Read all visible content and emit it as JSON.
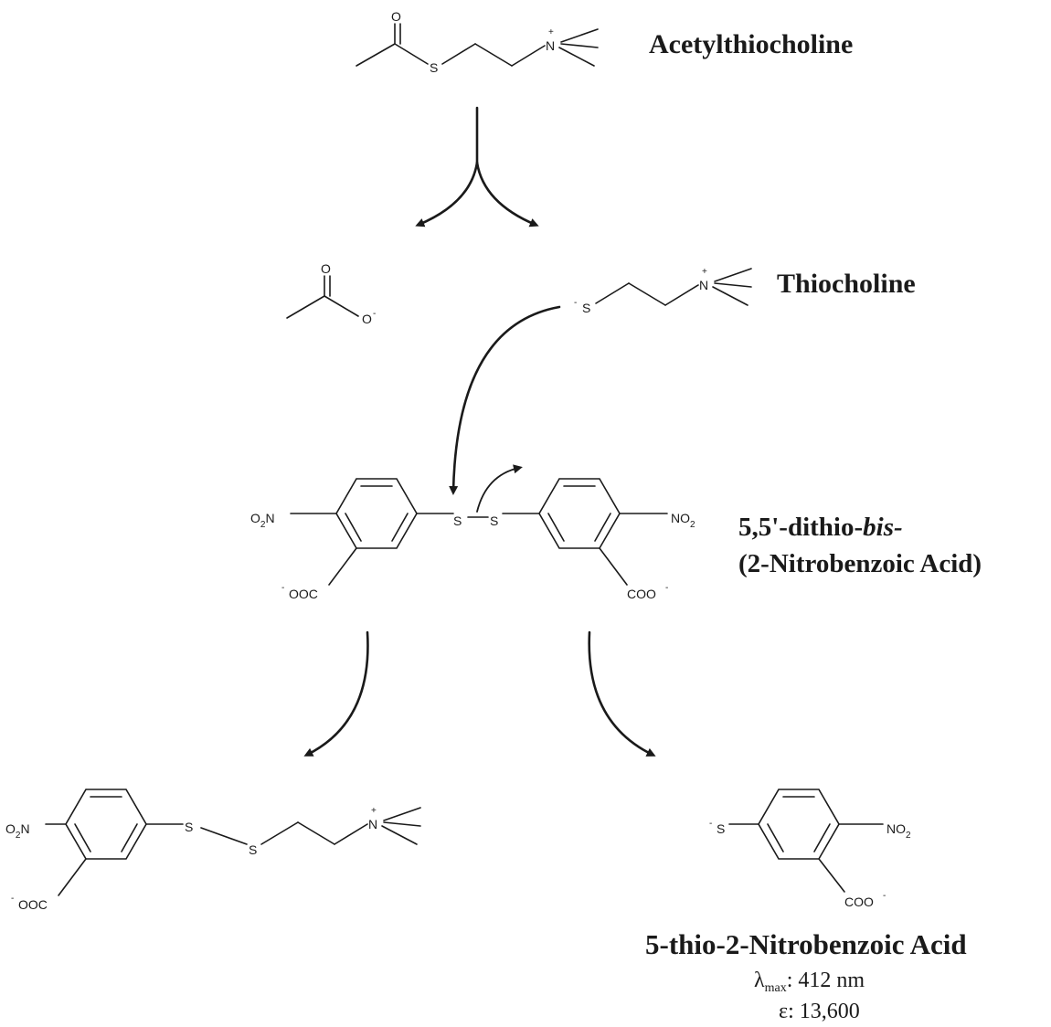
{
  "compounds": {
    "acetylthiocholine": {
      "name": "Acetylthiocholine"
    },
    "thiocholine": {
      "name": "Thiocholine"
    },
    "dtnb": {
      "name_line1_prefix": "5,5'-dithio-",
      "name_line1_italic": "bis-",
      "name_line2": "(2-Nitrobenzoic Acid)"
    },
    "tnb": {
      "name": "5-thio-2-Nitrobenzoic Acid",
      "lambda_symbol": "λ",
      "lambda_sub": "max",
      "lambda_value": ": 412 nm",
      "epsilon": "ε: 13,600"
    }
  },
  "atoms": {
    "O": "O",
    "S": "S",
    "N": "N",
    "plus": "+",
    "minus": "-",
    "O_minus": "O",
    "O2N_O": "O",
    "O2N_2": "2",
    "O2N_N": "N",
    "NO2_NO": "NO",
    "NO2_2": "2",
    "OOC": "OOC",
    "COO": "COO"
  }
}
